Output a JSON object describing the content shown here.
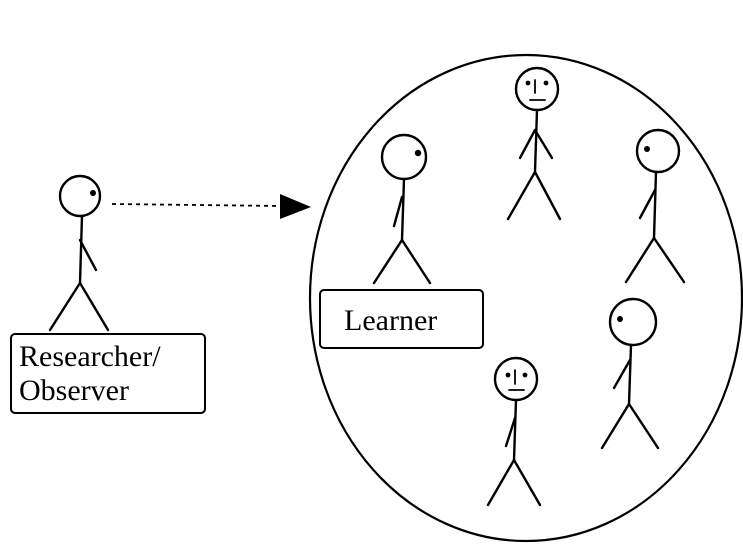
{
  "labels": {
    "researcher_line1": "Researcher/",
    "researcher_line2": "Observer",
    "learner": "Learner"
  },
  "colors": {
    "stroke": "#000000",
    "background": "#ffffff"
  },
  "figures": [
    {
      "role": "researcher-observer",
      "face": "profile"
    },
    {
      "role": "learner",
      "face": "profile"
    },
    {
      "role": "group-member-top",
      "face": "frontal"
    },
    {
      "role": "group-member-right",
      "face": "profile"
    },
    {
      "role": "group-member-bottom-right",
      "face": "profile"
    },
    {
      "role": "group-member-bottom",
      "face": "frontal"
    }
  ]
}
